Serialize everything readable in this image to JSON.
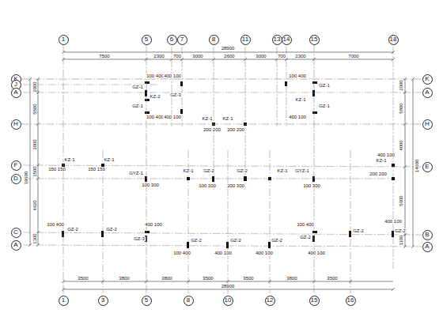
{
  "diagram": {
    "nodes": [
      {
        "text": [
          "1"
        ]
      },
      {
        "text": [
          "5"
        ]
      },
      {
        "text": [
          "6"
        ]
      },
      {
        "text": [
          "7"
        ]
      },
      {
        "text": [
          "8"
        ]
      },
      {
        "text": [
          "11"
        ]
      },
      {
        "text": [
          "13"
        ]
      },
      {
        "text": [
          "14"
        ]
      },
      {
        "text": [
          "15"
        ]
      },
      {
        "text": [
          "18"
        ]
      },
      {
        "text": [
          "K"
        ]
      },
      {
        "text": [
          "J"
        ]
      },
      {
        "text": [
          "A"
        ]
      },
      {
        "text": [
          "H"
        ]
      },
      {
        "text": [
          "F"
        ]
      },
      {
        "text": [
          "D"
        ]
      },
      {
        "text": [
          "C"
        ]
      },
      {
        "text": [
          "A"
        ]
      },
      {
        "text": [
          "K"
        ]
      },
      {
        "text": [
          "A"
        ]
      },
      {
        "text": [
          "H"
        ]
      },
      {
        "text": [
          "E"
        ]
      },
      {
        "text": [
          "B"
        ]
      },
      {
        "text": [
          "A"
        ]
      },
      {
        "text": [
          "1"
        ]
      },
      {
        "text": [
          "3"
        ]
      },
      {
        "text": [
          "5"
        ]
      },
      {
        "text": [
          "8"
        ]
      },
      {
        "text": [
          "10"
        ]
      },
      {
        "text": [
          "12"
        ]
      },
      {
        "text": [
          "15"
        ]
      },
      {
        "text": [
          "16"
        ]
      }
    ],
    "edges": [
      {
        "from": 0,
        "to": 24,
        "arrow": "none"
      },
      {
        "from": 1,
        "to": 26,
        "arrow": "none"
      },
      {
        "from": 8,
        "to": 30,
        "arrow": "none"
      },
      {
        "from": 10,
        "to": 18,
        "arrow": "none"
      },
      {
        "from": 13,
        "to": 20,
        "arrow": "none"
      }
    ],
    "labels": [
      "28900",
      "7500",
      "2300",
      "700",
      "3000",
      "2600",
      "3000",
      "700",
      "2300",
      "7000",
      "3500",
      "3800",
      "3800",
      "3500",
      "3500",
      "3800",
      "3500",
      "28900",
      "2000",
      "5500",
      "3000",
      "1500",
      "4620",
      "1300",
      "19600",
      "2000",
      "5800",
      "4000",
      "5600",
      "1100",
      "14600",
      "100 400",
      "400 100",
      "GZ-1",
      "KZ-2",
      "GZ-1",
      "100 400",
      "400 100",
      "GZ-3",
      "100 400",
      "GZ-1",
      "KZ-1",
      "GZ-1",
      "400 100",
      "KZ-1",
      "KZ-1",
      "200 200",
      "200 200",
      "KZ-1",
      "KZ-1",
      "150 150",
      "150 150",
      "GYZ-1",
      "100 300",
      "KZ-1",
      "GZ-2",
      "100 300",
      "GZ-2",
      "200 300",
      "KZ-1",
      "GYZ-1",
      "100 300",
      "KZ-1",
      "400 100",
      "200 200",
      "GZ-2",
      "GZ-2",
      "100 400",
      "400 100",
      "GZ-3",
      "GZ-2",
      "GZ-2",
      "GZ-2",
      "100 400",
      "400 100",
      "400 100",
      "100 400",
      "GZ-2",
      "400 100",
      "GZ-2",
      "GZ-2",
      "400 100"
    ]
  }
}
